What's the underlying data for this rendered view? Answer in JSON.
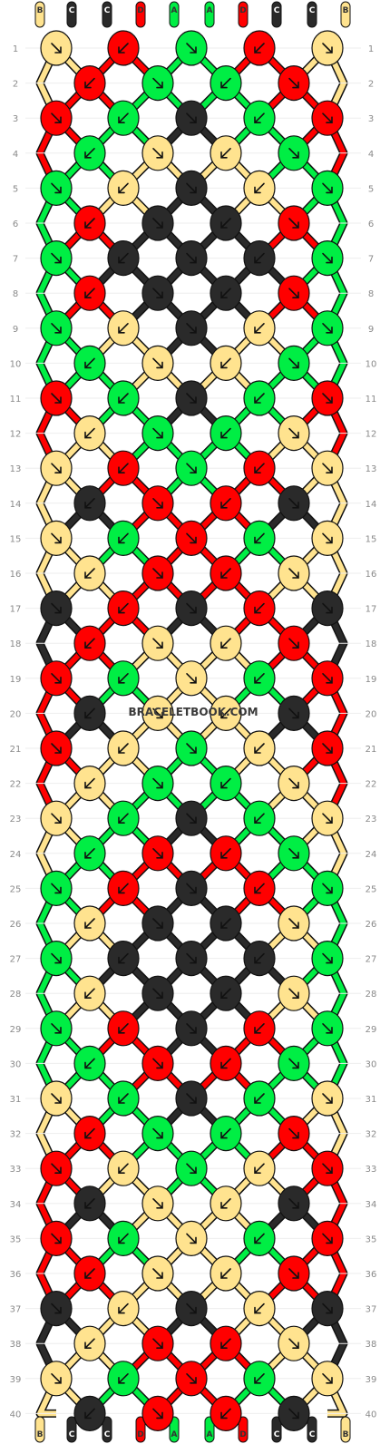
{
  "watermark": "BRACELETBOOK.COM",
  "palette": {
    "A": "#00ee44",
    "B": "#ffe38f",
    "C": "#2a2a2a",
    "D": "#ff0000"
  },
  "strands": [
    "B",
    "C",
    "C",
    "D",
    "A",
    "A",
    "D",
    "C",
    "C",
    "B"
  ],
  "rows": [
    [
      "B",
      "D",
      "A",
      "D",
      "B"
    ],
    [
      "D",
      "A",
      "A",
      "D"
    ],
    [
      "D",
      "A",
      "C",
      "A",
      "D"
    ],
    [
      "A",
      "B",
      "B",
      "A"
    ],
    [
      "A",
      "B",
      "C",
      "B",
      "A"
    ],
    [
      "D",
      "C",
      "C",
      "D"
    ],
    [
      "A",
      "C",
      "C",
      "C",
      "A"
    ],
    [
      "D",
      "C",
      "C",
      "D"
    ],
    [
      "A",
      "B",
      "C",
      "B",
      "A"
    ],
    [
      "A",
      "B",
      "B",
      "A"
    ],
    [
      "D",
      "A",
      "C",
      "A",
      "D"
    ],
    [
      "B",
      "A",
      "A",
      "B"
    ],
    [
      "B",
      "D",
      "A",
      "D",
      "B"
    ],
    [
      "C",
      "D",
      "D",
      "C"
    ],
    [
      "B",
      "A",
      "D",
      "A",
      "B"
    ],
    [
      "B",
      "D",
      "D",
      "B"
    ],
    [
      "C",
      "D",
      "C",
      "D",
      "C"
    ],
    [
      "D",
      "B",
      "B",
      "D"
    ],
    [
      "D",
      "A",
      "B",
      "A",
      "D"
    ],
    [
      "C",
      "B",
      "B",
      "C"
    ],
    [
      "D",
      "B",
      "A",
      "B",
      "D"
    ],
    [
      "B",
      "A",
      "A",
      "B"
    ],
    [
      "B",
      "A",
      "C",
      "A",
      "B"
    ],
    [
      "A",
      "D",
      "D",
      "A"
    ],
    [
      "A",
      "D",
      "C",
      "D",
      "A"
    ],
    [
      "B",
      "C",
      "C",
      "B"
    ],
    [
      "A",
      "C",
      "C",
      "C",
      "A"
    ],
    [
      "B",
      "C",
      "C",
      "B"
    ],
    [
      "A",
      "D",
      "C",
      "D",
      "A"
    ],
    [
      "A",
      "D",
      "D",
      "A"
    ],
    [
      "B",
      "A",
      "C",
      "A",
      "B"
    ],
    [
      "D",
      "A",
      "A",
      "D"
    ],
    [
      "D",
      "B",
      "A",
      "B",
      "D"
    ],
    [
      "C",
      "B",
      "B",
      "C"
    ],
    [
      "D",
      "A",
      "B",
      "A",
      "D"
    ],
    [
      "D",
      "B",
      "B",
      "D"
    ],
    [
      "C",
      "B",
      "C",
      "B",
      "C"
    ],
    [
      "B",
      "D",
      "D",
      "B"
    ],
    [
      "B",
      "A",
      "D",
      "A",
      "B"
    ],
    [
      "C",
      "D",
      "D",
      "C"
    ]
  ],
  "knot_icon": "arrow-icon"
}
